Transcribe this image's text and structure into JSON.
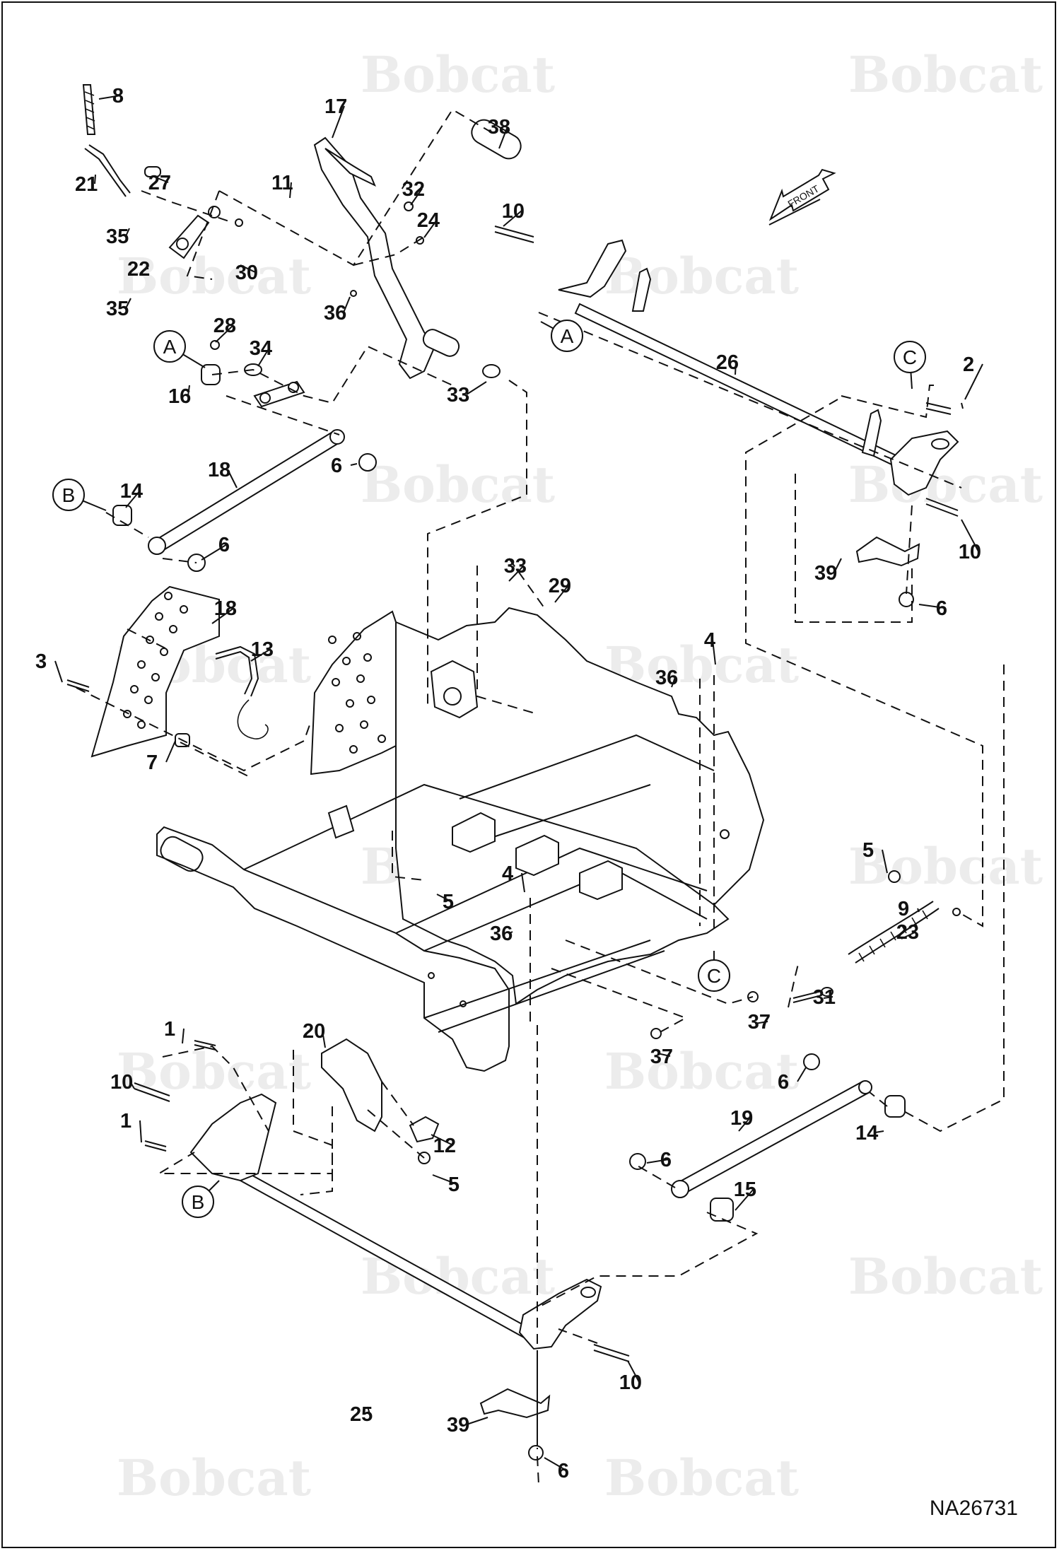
{
  "diagram": {
    "drawing_code": "NA26731",
    "direction_arrow_label": "FRONT",
    "watermark_text": "Bobcat",
    "reference_letters": [
      "A",
      "A",
      "B",
      "B",
      "C",
      "C"
    ],
    "part_callouts": [
      "1",
      "1",
      "2",
      "3",
      "4",
      "4",
      "5",
      "5",
      "5",
      "6",
      "6",
      "6",
      "6",
      "6",
      "6",
      "7",
      "8",
      "9",
      "10",
      "10",
      "10",
      "10",
      "11",
      "12",
      "13",
      "14",
      "14",
      "15",
      "16",
      "17",
      "18",
      "18",
      "19",
      "20",
      "21",
      "22",
      "23",
      "24",
      "25",
      "26",
      "27",
      "28",
      "29",
      "30",
      "31",
      "32",
      "33",
      "33",
      "34",
      "35",
      "35",
      "36",
      "36",
      "36",
      "37",
      "37",
      "38",
      "39",
      "39"
    ],
    "colors": {
      "line": "#111111",
      "watermark": "#ececec",
      "background": "#ffffff"
    }
  }
}
